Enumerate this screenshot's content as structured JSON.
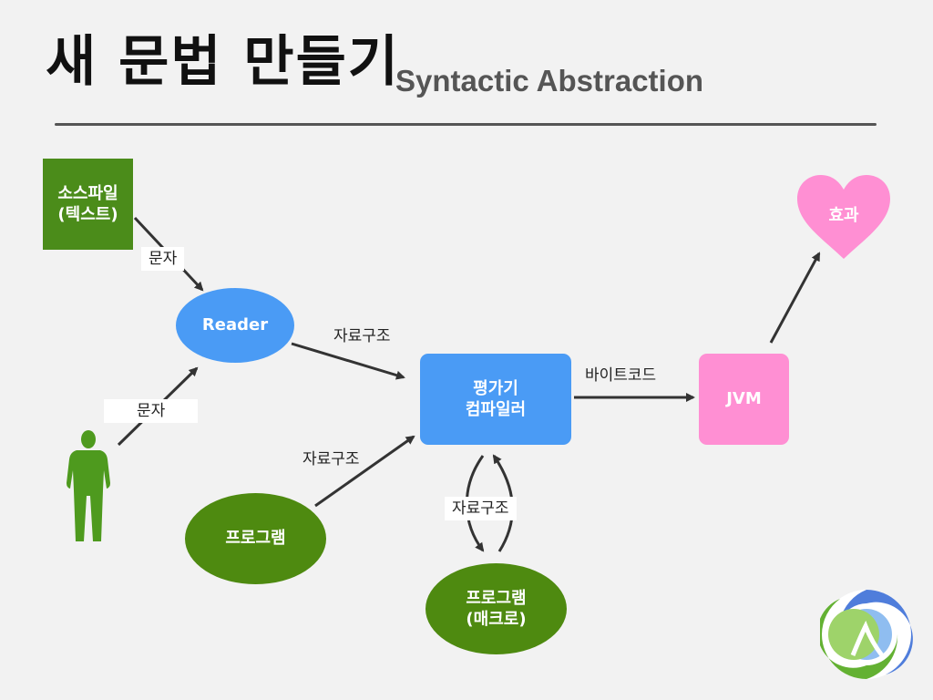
{
  "title": "새 문법 만들기",
  "subtitle": "Syntactic Abstraction",
  "nodes": {
    "source_file": {
      "line1": "소스파일",
      "line2": "(텍스트)"
    },
    "reader": {
      "label": "Reader"
    },
    "evaluator": {
      "line1": "평가기",
      "line2": "컴파일러"
    },
    "jvm": {
      "label": "JVM"
    },
    "effect": {
      "label": "효과"
    },
    "program": {
      "label": "프로그램"
    },
    "macro": {
      "line1": "프로그램",
      "line2": "(매크로)"
    }
  },
  "edges": {
    "source_to_reader": "문자",
    "person_to_reader": "문자",
    "reader_to_eval": "자료구조",
    "program_to_eval": "자료구조",
    "eval_to_jvm": "바이트코드",
    "eval_macro_loop": "자료구조"
  },
  "colors": {
    "green_box": "#4b8c1a",
    "blue_node": "#4a9bf5",
    "green_node": "#4e8a10",
    "pink_node": "#ff8fd3",
    "arrow": "#333333"
  },
  "icons": [
    "person-icon",
    "heart-icon",
    "clojure-logo-icon"
  ]
}
